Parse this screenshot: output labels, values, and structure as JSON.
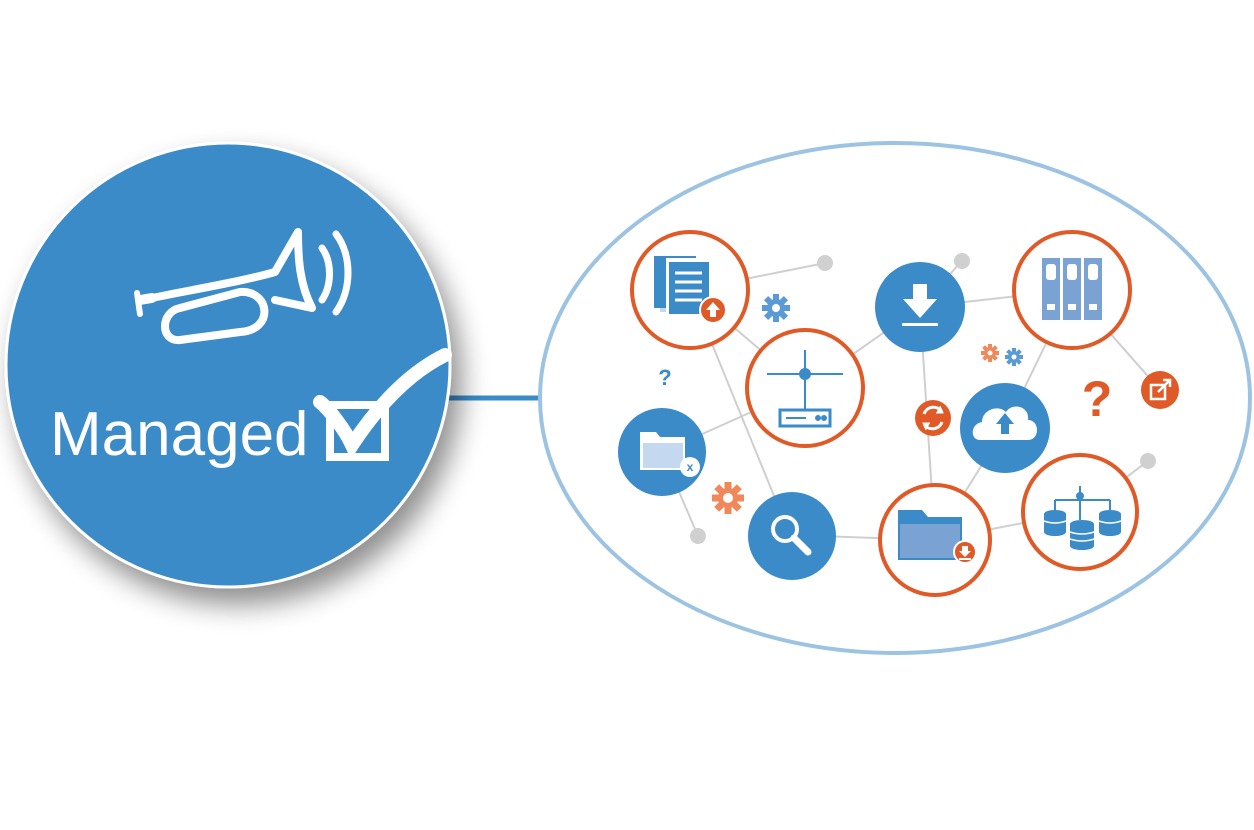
{
  "diagram": {
    "title": "Managed",
    "colors": {
      "primary_blue": "#3a8bc8",
      "light_blue": "#9cc3e2",
      "pale_blue": "#c4d8ef",
      "orange": "#e05a27",
      "gray_node": "#d0d0d0",
      "line_gray": "#cfcfcf",
      "white": "#ffffff"
    },
    "left_badge": {
      "label": "Managed",
      "icons": [
        "bugle-icon",
        "sound-waves-icon",
        "checkbox-check-icon"
      ]
    },
    "network_nodes": [
      {
        "name": "document-upload-node",
        "icon": "document-upload-icon",
        "style": "orange-ring"
      },
      {
        "name": "download-node",
        "icon": "download-icon",
        "style": "blue-fill"
      },
      {
        "name": "file-cabinet-node",
        "icon": "file-cabinet-icon",
        "style": "orange-ring"
      },
      {
        "name": "network-server-node",
        "icon": "network-server-icon",
        "style": "orange-ring"
      },
      {
        "name": "folder-delete-node",
        "icon": "folder-delete-icon",
        "style": "blue-fill"
      },
      {
        "name": "cloud-upload-node",
        "icon": "cloud-upload-icon",
        "style": "blue-fill"
      },
      {
        "name": "search-node",
        "icon": "search-icon",
        "style": "blue-fill"
      },
      {
        "name": "folder-download-node",
        "icon": "folder-download-icon",
        "style": "orange-ring"
      },
      {
        "name": "database-cluster-node",
        "icon": "database-cluster-icon",
        "style": "orange-ring"
      },
      {
        "name": "sync-node",
        "icon": "sync-icon",
        "style": "orange-small"
      },
      {
        "name": "external-link-node",
        "icon": "external-link-icon",
        "style": "orange-small"
      }
    ],
    "question_marks": [
      "?",
      "?"
    ],
    "folder_x_mark": "x"
  }
}
